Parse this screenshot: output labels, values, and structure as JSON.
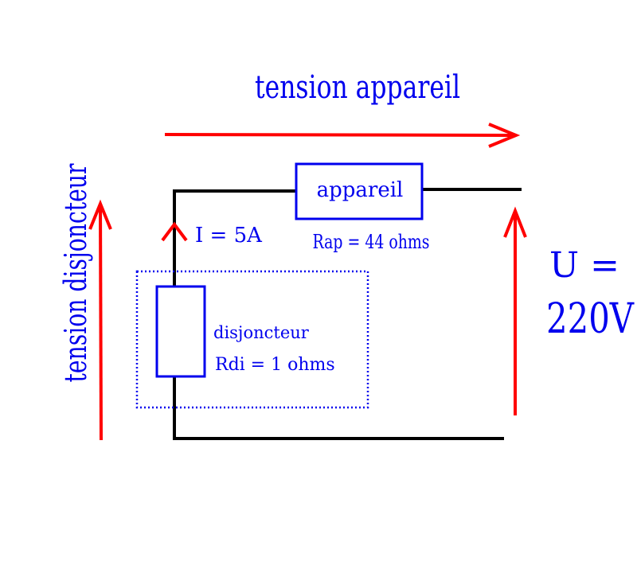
{
  "labels": {
    "tension_appareil": "tension appareil",
    "tension_disjoncteur": "tension disjoncteur",
    "appareil": "appareil",
    "rap": "Rap = 44 ohms",
    "current": "I = 5A",
    "disjoncteur": "disjoncteur",
    "rdi": "Rdi = 1 ohms",
    "u_label": "U =",
    "u_value": "220V"
  },
  "colors": {
    "text": "#0000ee",
    "arrow": "#ff0000",
    "wire": "#000000",
    "component": "#0000ee"
  }
}
